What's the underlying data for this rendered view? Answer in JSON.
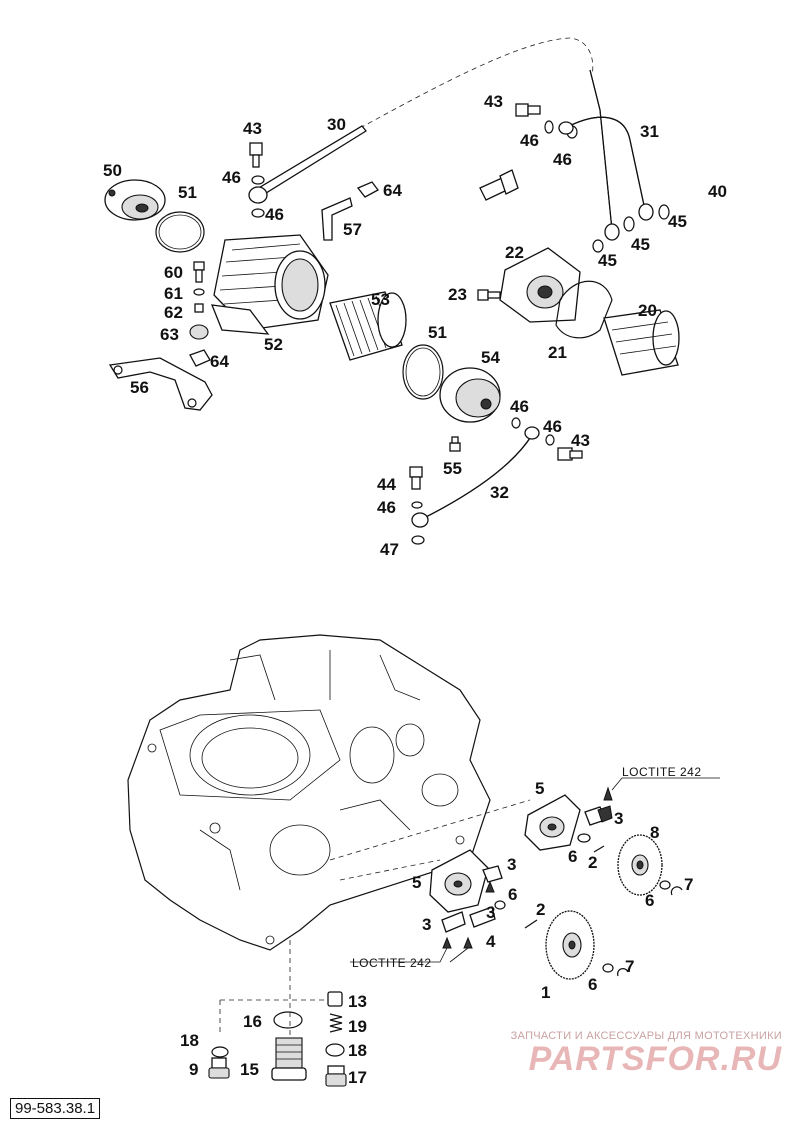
{
  "diagram_number": "99-583.38.1",
  "notes": {
    "loctite_upper": "LOCTITE 242",
    "loctite_lower": "LOCTITE 242"
  },
  "watermark": {
    "line1": "ЗАПЧАСТИ И АКСЕССУАРЫ ДЛЯ МОТОТЕХНИКИ",
    "line2": "PARTSFOR.RU"
  },
  "callouts": {
    "c50": "50",
    "c51a": "51",
    "c43a": "43",
    "c30": "30",
    "c46a": "46",
    "c46b": "46",
    "c64a": "64",
    "c57": "57",
    "c60": "60",
    "c61": "61",
    "c62": "62",
    "c63": "63",
    "c64b": "64",
    "c56": "56",
    "c52": "52",
    "c53": "53",
    "c51b": "51",
    "c43b": "43",
    "c46c": "46",
    "c46d": "46",
    "c31": "31",
    "c40": "40",
    "c45a": "45",
    "c45b": "45",
    "c45c": "45",
    "c22": "22",
    "c23": "23",
    "c20": "20",
    "c21": "21",
    "c54": "54",
    "c46e": "46",
    "c46f": "46",
    "c43c": "43",
    "c55": "55",
    "c44": "44",
    "c46g": "46",
    "c32": "32",
    "c47": "47",
    "c5a": "5",
    "c3a": "3",
    "c8": "8",
    "c6a": "6",
    "c2a": "2",
    "c7a": "7",
    "c6b": "6",
    "c5b": "5",
    "c3b": "3",
    "c3c": "3",
    "c6c": "6",
    "c3d": "3",
    "c2b": "2",
    "c4": "4",
    "c1": "1",
    "c6d": "6",
    "c7b": "7",
    "c13": "13",
    "c16": "16",
    "c19": "19",
    "c18a": "18",
    "c18b": "18",
    "c9": "9",
    "c15": "15",
    "c17": "17"
  }
}
